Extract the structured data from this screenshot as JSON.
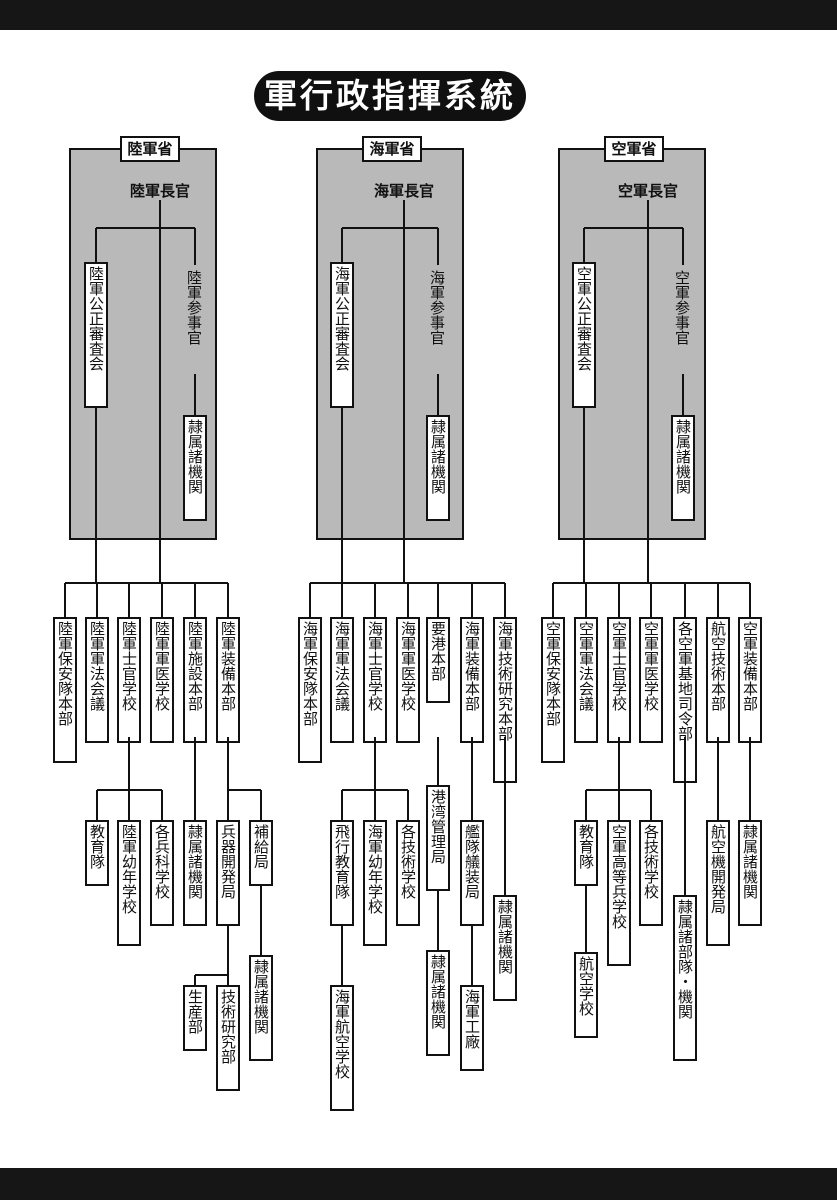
{
  "title": "軍行政指揮系統",
  "ministries": [
    {
      "name": "陸軍省",
      "chief": "陸軍長官",
      "council": "陸軍公正審査会",
      "counselor": "陸軍参事官",
      "affiliated": "隷属諸機関",
      "units": [
        {
          "name": "陸軍保安隊本部",
          "subs": []
        },
        {
          "name": "陸軍軍法会議",
          "subs": []
        },
        {
          "name": "陸軍士官学校",
          "subs": [
            {
              "name": "教育隊"
            },
            {
              "name": "陸軍幼年学校"
            },
            {
              "name": "各兵科学校"
            }
          ]
        },
        {
          "name": "陸軍軍医学校",
          "subs": []
        },
        {
          "name": "陸軍施設本部",
          "subs": [
            {
              "name": "隷属諸機関"
            }
          ]
        },
        {
          "name": "陸軍装備本部",
          "subs": [
            {
              "name": "兵器開発局",
              "subs": [
                {
                  "name": "生産部"
                },
                {
                  "name": "技術研究部"
                }
              ]
            },
            {
              "name": "補給局",
              "subs": [
                {
                  "name": "隷属諸機関"
                }
              ]
            }
          ]
        }
      ]
    },
    {
      "name": "海軍省",
      "chief": "海軍長官",
      "council": "海軍公正審査会",
      "counselor": "海軍参事官",
      "affiliated": "隷属諸機関",
      "units": [
        {
          "name": "海軍保安隊本部",
          "subs": []
        },
        {
          "name": "海軍軍法会議",
          "subs": []
        },
        {
          "name": "海軍士官学校",
          "subs": [
            {
              "name": "飛行教育隊",
              "subs": [
                {
                  "name": "海軍航空学校"
                }
              ]
            },
            {
              "name": "海軍幼年学校"
            },
            {
              "name": "各技術学校"
            }
          ]
        },
        {
          "name": "海軍軍医学校",
          "subs": []
        },
        {
          "name": "要港本部",
          "subs": [
            {
              "name": "港湾管理局",
              "subs": [
                {
                  "name": "隷属諸機関"
                }
              ]
            }
          ]
        },
        {
          "name": "海軍装備本部",
          "subs": [
            {
              "name": "艦隊艤装局",
              "subs": [
                {
                  "name": "海軍工廠"
                }
              ]
            }
          ]
        },
        {
          "name": "海軍技術研究本部",
          "subs": [
            {
              "name": "隷属諸機関"
            }
          ]
        }
      ]
    },
    {
      "name": "空軍省",
      "chief": "空軍長官",
      "council": "空軍公正審査会",
      "counselor": "空軍参事官",
      "affiliated": "隷属諸機関",
      "units": [
        {
          "name": "空軍保安隊本部",
          "subs": []
        },
        {
          "name": "空軍軍法会議",
          "subs": []
        },
        {
          "name": "空軍士官学校",
          "subs": [
            {
              "name": "教育隊",
              "subs": [
                {
                  "name": "航空学校"
                }
              ]
            },
            {
              "name": "空軍高等兵学校"
            },
            {
              "name": "各技術学校"
            }
          ]
        },
        {
          "name": "空軍軍医学校",
          "subs": []
        },
        {
          "name": "各空軍基地司令部",
          "subs": [
            {
              "name": "隷属諸部隊・機関"
            }
          ]
        },
        {
          "name": "航空技術本部",
          "subs": [
            {
              "name": "航空機開発局"
            }
          ]
        },
        {
          "name": "空軍装備本部",
          "subs": [
            {
              "name": "隷属諸機関"
            }
          ]
        }
      ]
    }
  ]
}
